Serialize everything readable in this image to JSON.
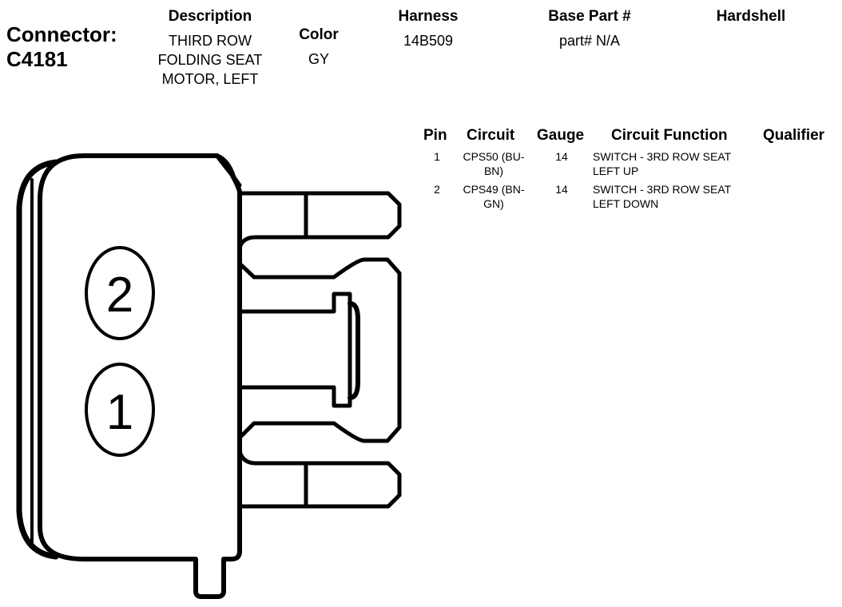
{
  "connector": {
    "label_line1": "Connector:",
    "label_line2": "C4181"
  },
  "header": {
    "description_label": "Description",
    "description_value": "THIRD ROW FOLDING SEAT MOTOR, LEFT",
    "color_label": "Color",
    "color_value": "GY",
    "harness_label": "Harness",
    "harness_value": "14B509",
    "base_part_label": "Base Part #",
    "base_part_value": "part# N/A",
    "hardshell_label": "Hardshell"
  },
  "pin_table": {
    "columns": [
      "Pin",
      "Circuit",
      "Gauge",
      "Circuit Function",
      "Qualifier"
    ],
    "rows": [
      {
        "pin": "1",
        "circuit": "CPS50 (BU-BN)",
        "gauge": "14",
        "function": "SWITCH - 3RD ROW SEAT LEFT UP",
        "qualifier": ""
      },
      {
        "pin": "2",
        "circuit": "CPS49 (BN-GN)",
        "gauge": "14",
        "function": "SWITCH - 3RD ROW SEAT LEFT DOWN",
        "qualifier": ""
      }
    ]
  },
  "diagram": {
    "pin_labels": [
      "2",
      "1"
    ]
  }
}
